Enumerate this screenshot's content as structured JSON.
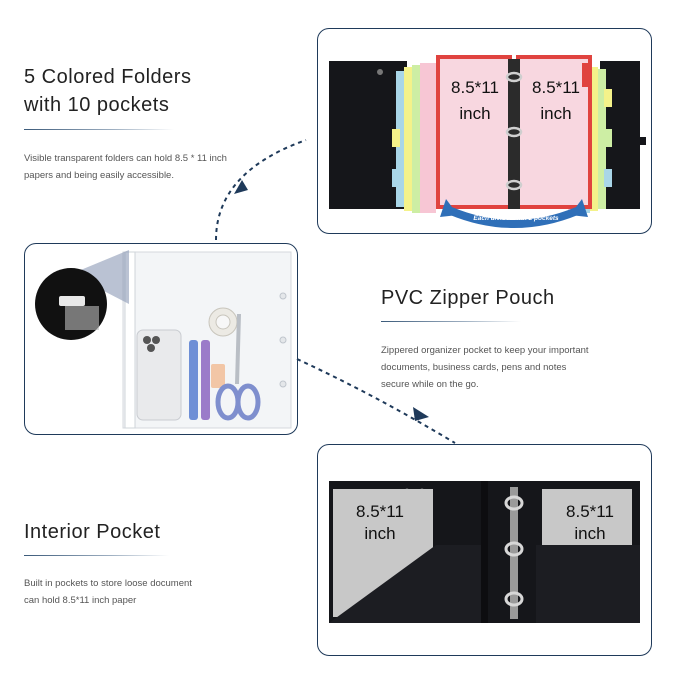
{
  "section1": {
    "heading_line1": "5 Colored Folders",
    "heading_line2": "with 10 pockets",
    "description_line1": "Visible transparent folders can hold 8.5 * 11 inch",
    "description_line2": "papers and being easily accessible.",
    "photo": {
      "left_label_line1": "8.5*11",
      "left_label_line2": "inch",
      "right_label_line1": "8.5*11",
      "right_label_line2": "inch",
      "arrow_caption": "Each divider with 2 pockets"
    }
  },
  "section2": {
    "heading": "PVC Zipper Pouch",
    "description_line1": "Zippered organizer pocket to keep your important",
    "description_line2": "documents, business cards, pens and notes",
    "description_line3": "secure while on the go."
  },
  "section3": {
    "heading": "Interior Pocket",
    "description_line1": "Built in pockets to store loose document",
    "description_line2": "can hold 8.5*11 inch paper",
    "photo": {
      "left_label_line1": "8.5*11",
      "left_label_line2": "inch",
      "right_label_line1": "8.5*11",
      "right_label_line2": "inch"
    }
  },
  "colors": {
    "accent_navy": "#1f3a5a",
    "binder_black": "#15161a",
    "divider_red": "#e0433f",
    "divider_pink": "#f7c6d4",
    "divider_yellow": "#f4f28a",
    "divider_green": "#cdeea4",
    "divider_blue": "#a9d6e8",
    "arrow_blue": "#2f6fb8"
  }
}
